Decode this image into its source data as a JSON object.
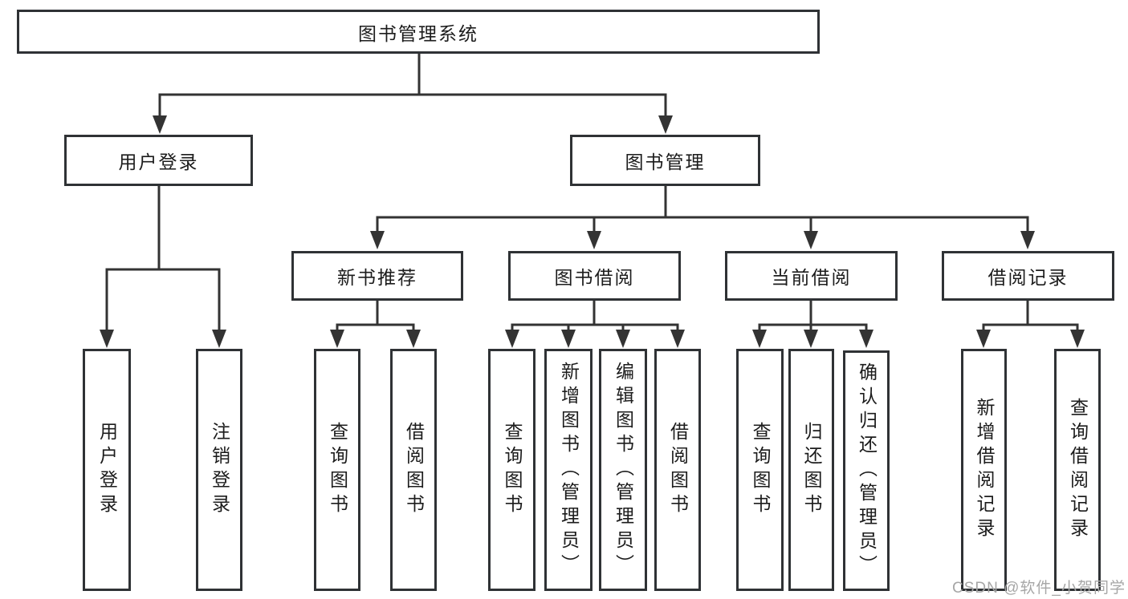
{
  "tree": {
    "label": "图书管理系统",
    "children": [
      {
        "label": "用户登录",
        "children": [
          {
            "label": "用户登录"
          },
          {
            "label": "注销登录"
          }
        ]
      },
      {
        "label": "图书管理",
        "children": [
          {
            "label": "新书推荐",
            "children": [
              {
                "label": "查询图书"
              },
              {
                "label": "借阅图书"
              }
            ]
          },
          {
            "label": "图书借阅",
            "children": [
              {
                "label": "查询图书"
              },
              {
                "label": "新增图书（管理员）"
              },
              {
                "label": "编辑图书（管理员）"
              },
              {
                "label": "借阅图书"
              }
            ]
          },
          {
            "label": "当前借阅",
            "children": [
              {
                "label": "查询图书"
              },
              {
                "label": "归还图书"
              },
              {
                "label": "确认归还（管理员）"
              }
            ]
          },
          {
            "label": "借阅记录",
            "children": [
              {
                "label": "新增借阅记录"
              },
              {
                "label": "查询借阅记录"
              }
            ]
          }
        ]
      }
    ]
  },
  "watermark": {
    "text": "CSDN @软件_小贺同学"
  },
  "colors": {
    "line": "#333333",
    "border": "#2f3235",
    "text": "#1c1c1c",
    "watermark": "#a6a6a6",
    "background": "#ffffff"
  }
}
